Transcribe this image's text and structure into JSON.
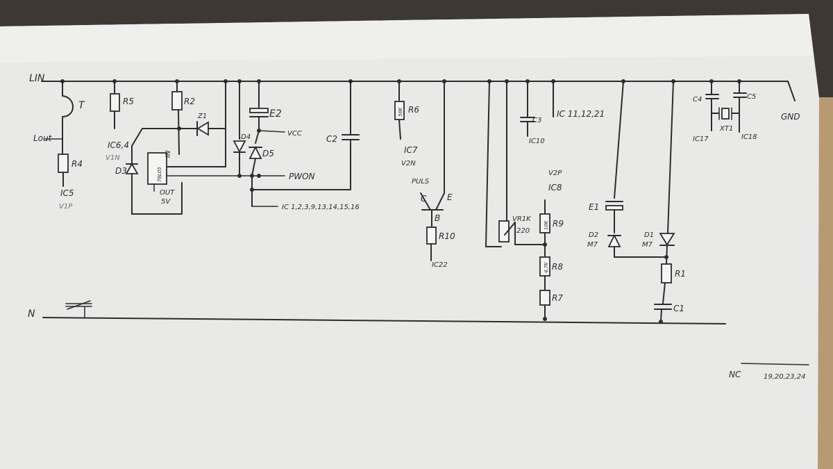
{
  "rail_labels": {
    "l_in": "LIN",
    "l_out": "Lout",
    "neutral": "N",
    "gnd": "GND",
    "nc": "NC",
    "nc_pins": "19,20,23,24"
  },
  "components": {
    "t": "T",
    "r4": "R4",
    "r5": "R5",
    "r2": "R2",
    "z1": "Z1",
    "e2": "E2",
    "d4": "D4",
    "d5": "D5",
    "c2": "C2",
    "d3": "D3",
    "reg": "78L05",
    "reg_in": "IN",
    "reg_out": "OUT",
    "reg_out_v": "5V",
    "r6": "R6",
    "r10": "R10",
    "c3": "C3",
    "e1": "E1",
    "d2": "D2",
    "d2_type": "M7",
    "d1": "D1",
    "d1_type": "M7",
    "r1": "R1",
    "c1": "C1",
    "c4": "C4",
    "c5": "C5",
    "xt1": "XT1",
    "vr1": "VR1K",
    "vr1_val": "220",
    "r9": "R9",
    "r8": "R8",
    "r7": "R7",
    "r6_val": "50K",
    "r9_val": "10K",
    "r8_val": "4,7K"
  },
  "pin_labels": {
    "ic5": "IC5",
    "v1p_left": "V1P",
    "ic64": "IC6,4",
    "v1n": "V1N",
    "vcc": "VCC",
    "pwon": "PWON",
    "ic_gnd_list": "IC 1,2,3,9,13,14,15,16",
    "ic7": "IC7",
    "v2n": "V2N",
    "puls": "PULS",
    "trans_c": "C",
    "trans_e": "E",
    "trans_b": "B",
    "ic22": "IC22",
    "ic10": "IC10",
    "ic_11_12_21": "IC 11,12,21",
    "v2p": "V2P",
    "ic8": "IC8",
    "ic17": "IC17",
    "ic18": "IC18"
  }
}
